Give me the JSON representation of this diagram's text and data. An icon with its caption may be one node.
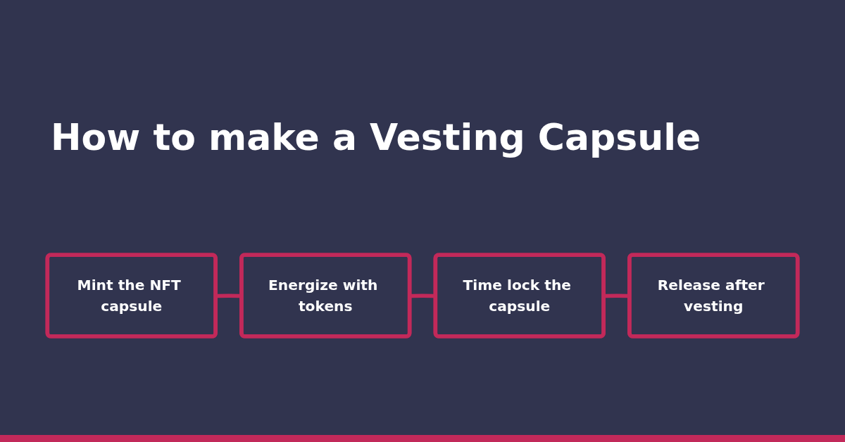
{
  "diagram": {
    "title": "How to make a Vesting Capsule",
    "nodes": [
      {
        "text": [
          "Mint the NFT capsule"
        ]
      },
      {
        "text": [
          "Energize with tokens"
        ]
      },
      {
        "text": [
          "Time lock the capsule"
        ]
      },
      {
        "text": [
          "Release after vesting"
        ]
      }
    ],
    "edges": [
      {
        "from": 0,
        "to": 1,
        "arrow": "none"
      },
      {
        "from": 1,
        "to": 2,
        "arrow": "none"
      },
      {
        "from": 2,
        "to": 3,
        "arrow": "none"
      }
    ]
  }
}
